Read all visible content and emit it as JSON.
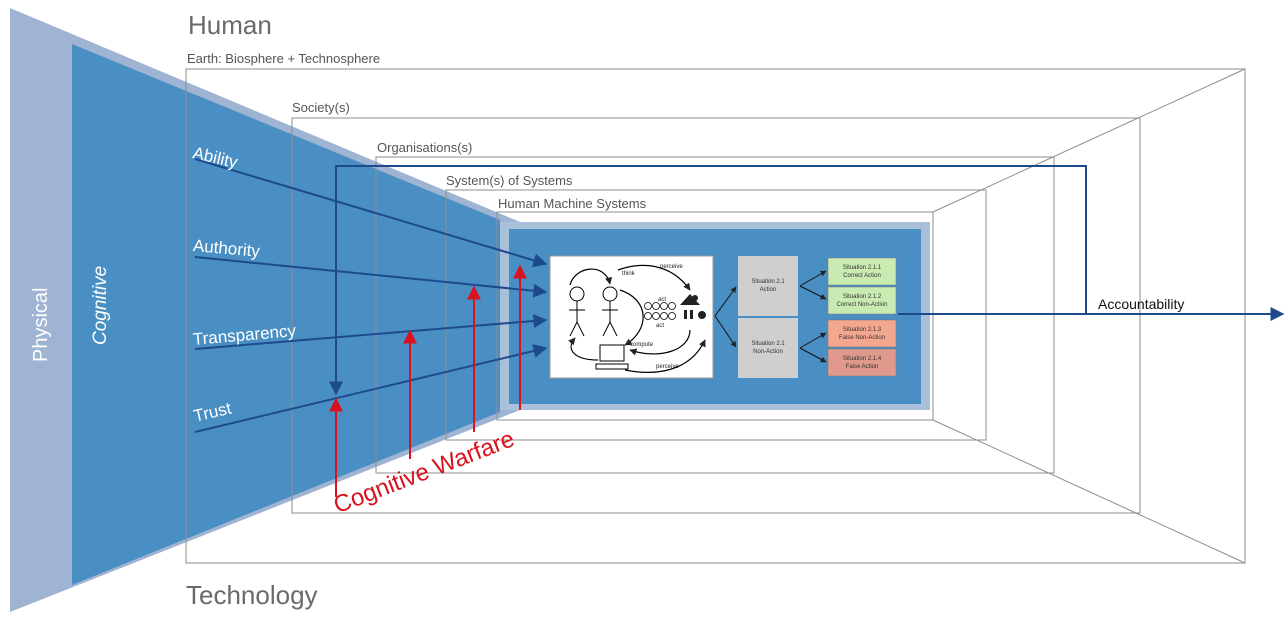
{
  "top_label": "Human",
  "bottom_label": "Technology",
  "domains": {
    "physical": "Physical",
    "cognitive": "Cognitive"
  },
  "layers": [
    "Earth: Biosphere + Technosphere",
    "Society(s)",
    "Organisations(s)",
    "System(s) of Systems",
    "Human Machine Systems"
  ],
  "factors": [
    "Ability",
    "Authority",
    "Transparency",
    "Trust"
  ],
  "accountability": "Accountability",
  "warfare": "Cognitive Warfare",
  "ooda": {
    "think": "think",
    "perceive_top": "perceive",
    "perceive_bottom": "perceive",
    "compute": "compute",
    "act_top": "act",
    "act_bottom": "act"
  },
  "situations": {
    "action": [
      "Situation 2.1",
      "Action"
    ],
    "non_action": [
      "Situation 2.1",
      "Non-Action"
    ],
    "outcomes": [
      {
        "id": "Situation 2.1.1",
        "label": "Correct Action",
        "color": "#c9eab0"
      },
      {
        "id": "Situation 2.1.2",
        "label": "Correct Non-Action",
        "color": "#c9eab0"
      },
      {
        "id": "Situation 2.1.3",
        "label": "False Non-Action",
        "color": "#f4a78f"
      },
      {
        "id": "Situation 2.1.4",
        "label": "False Action",
        "color": "#e09a8d"
      }
    ]
  },
  "colors": {
    "physical": "#9fb4d2",
    "cognitive": "#4a8fc4",
    "hms_panel": "#4a8fc4",
    "hms_border": "#a9bfda",
    "arrow_blue": "#1d4a8c",
    "arrow_red": "#d8121e"
  }
}
